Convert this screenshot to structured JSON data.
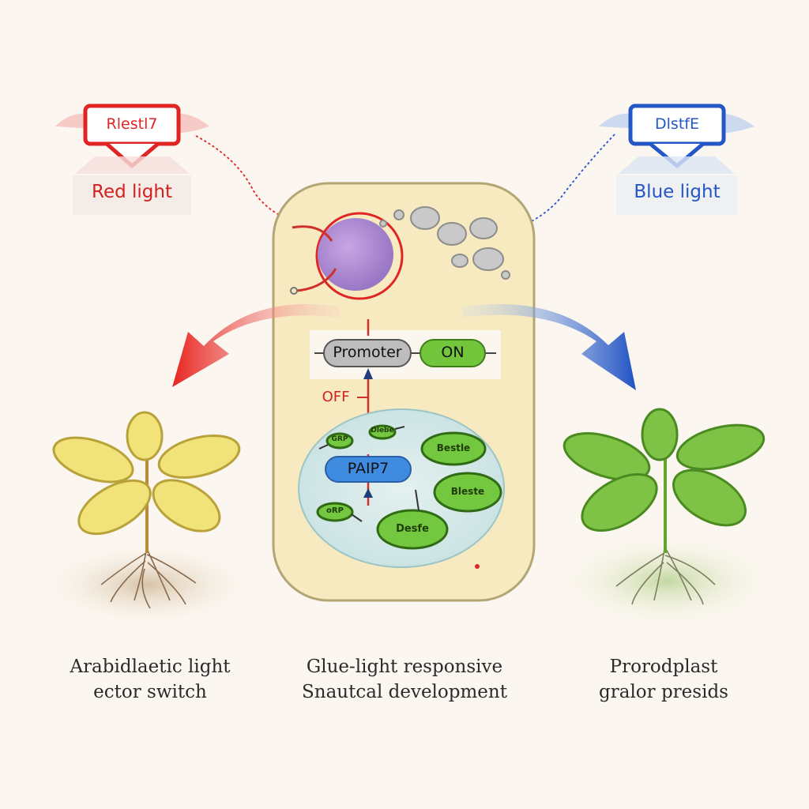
{
  "lamps": {
    "red": {
      "lamp_text": "Rlestl7",
      "label": "Red light",
      "color": "#e02424"
    },
    "blue": {
      "lamp_text": "DlstfE",
      "label": "Blue light",
      "color": "#2456c8"
    }
  },
  "cell": {
    "promoter": "Promoter",
    "on": "ON",
    "off": "OFF",
    "gene": "PAIP7",
    "gene_left": "GRP",
    "chloroplast_labels": [
      "Bestle",
      "Bleste",
      "Desfe",
      "Dlebe",
      "oRP"
    ]
  },
  "captions": {
    "left": [
      "Arabidlaetic light",
      "ector switch"
    ],
    "center": [
      "Glue-light responsive",
      "Snautcal development"
    ],
    "right": [
      "Prorodplast",
      "gralor presids"
    ]
  },
  "colors": {
    "cell_fill": "#f7eac0",
    "chloroplast": "#6fc43a",
    "leaf_yellow": "#f1e27a",
    "leaf_green": "#7fc346"
  }
}
